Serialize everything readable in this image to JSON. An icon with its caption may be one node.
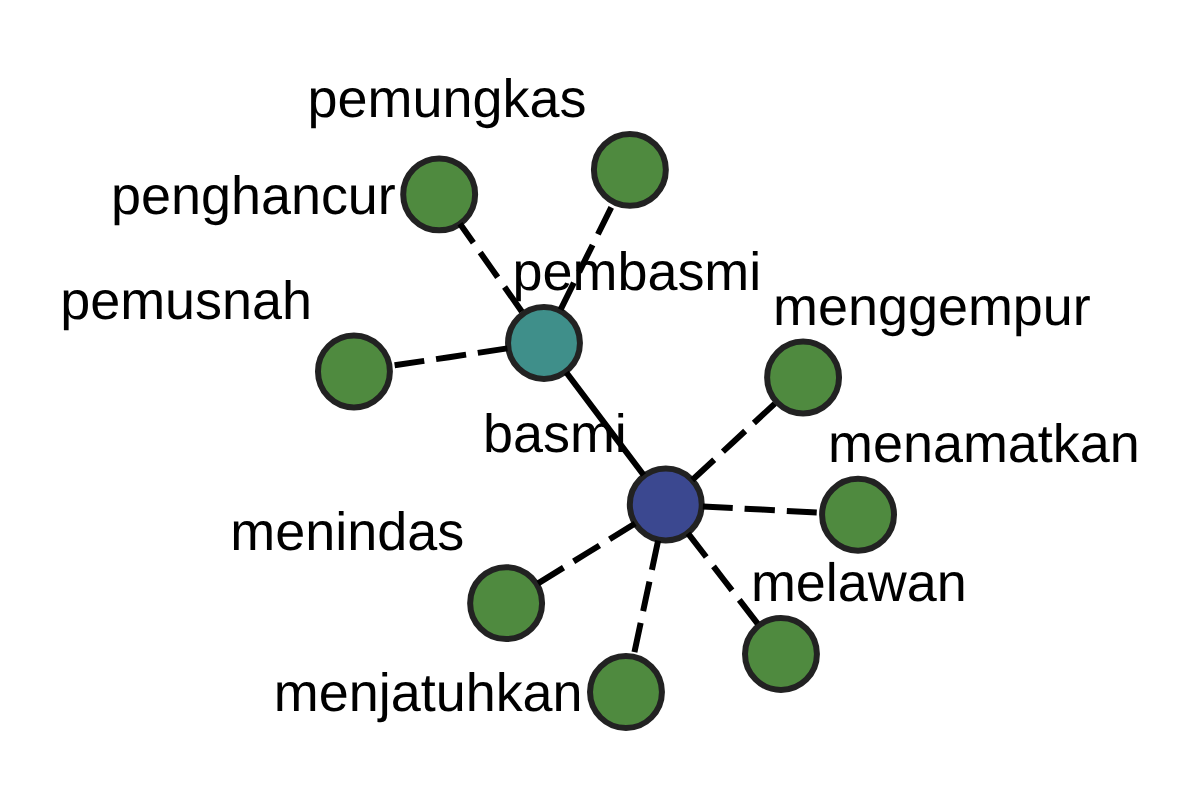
{
  "diagram": {
    "nodes": [
      {
        "text": [
          "pemusnah"
        ]
      },
      {
        "text": [
          "pemungkas"
        ]
      },
      {
        "text": [
          "pembasmi"
        ]
      },
      {
        "text": [
          "penghancur"
        ]
      },
      {
        "text": [
          "menggempur"
        ]
      },
      {
        "text": [
          "basmi"
        ]
      },
      {
        "text": [
          "menindas"
        ]
      },
      {
        "text": [
          "menamatkan"
        ]
      },
      {
        "text": [
          "menjatuhkan"
        ]
      },
      {
        "text": [
          "melawan"
        ]
      }
    ],
    "edges": [
      {
        "from": 2,
        "to": 0,
        "arrow": "none",
        "style": "dashed"
      },
      {
        "from": 2,
        "to": 1,
        "arrow": "none",
        "style": "dashed"
      },
      {
        "from": 2,
        "to": 3,
        "arrow": "none",
        "style": "dashed"
      },
      {
        "from": 2,
        "to": 5,
        "arrow": "none"
      },
      {
        "from": 5,
        "to": 4,
        "arrow": "none",
        "style": "dashed"
      },
      {
        "from": 5,
        "to": 6,
        "arrow": "none",
        "style": "dashed"
      },
      {
        "from": 5,
        "to": 7,
        "arrow": "none",
        "style": "dashed"
      },
      {
        "from": 5,
        "to": 8,
        "arrow": "none",
        "style": "dashed"
      },
      {
        "from": 5,
        "to": 9,
        "arrow": "none",
        "style": "dashed"
      }
    ]
  }
}
